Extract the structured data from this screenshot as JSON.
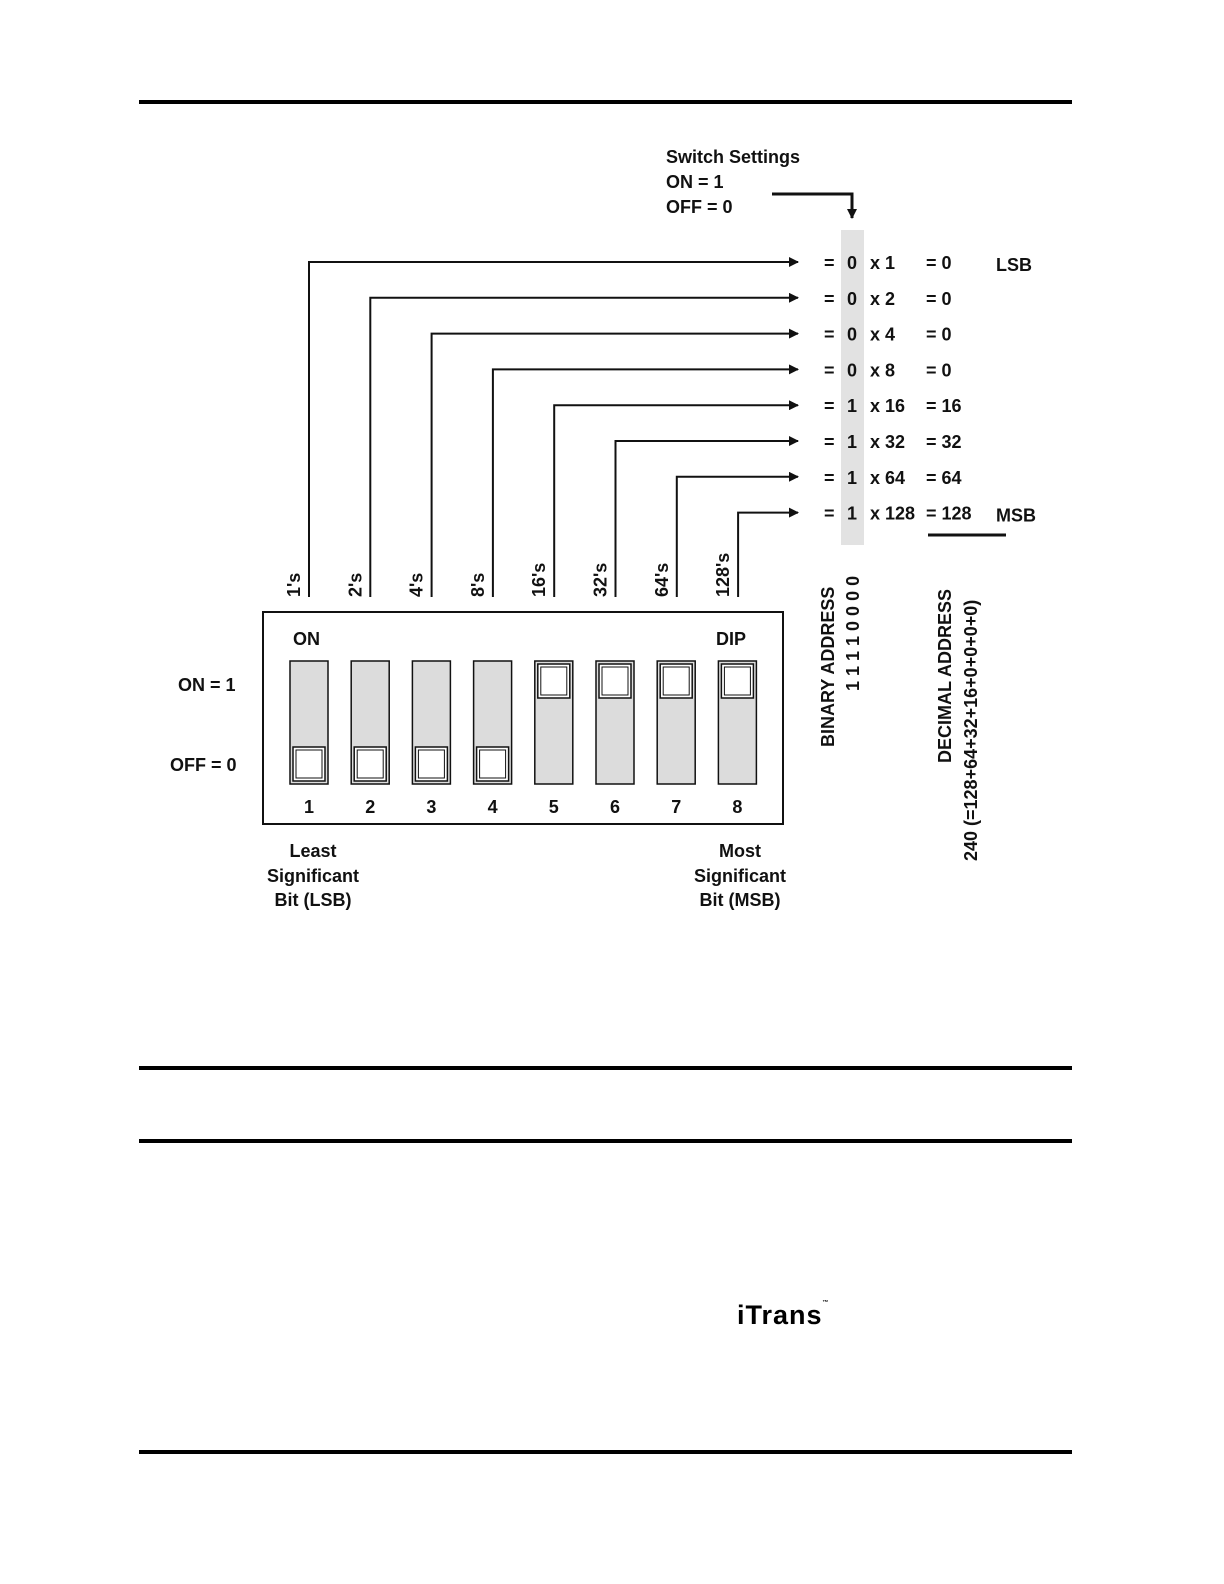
{
  "switch_settings": {
    "title": "Switch Settings",
    "on": "ON = 1",
    "off": "OFF = 0"
  },
  "bits": [
    {
      "column": "1's",
      "bit": "0",
      "multiplier": "x 1",
      "result": "= 0",
      "switch": "1",
      "state": "off",
      "tag": "LSB"
    },
    {
      "column": "2's",
      "bit": "0",
      "multiplier": "x 2",
      "result": "= 0",
      "switch": "2",
      "state": "off",
      "tag": ""
    },
    {
      "column": "4's",
      "bit": "0",
      "multiplier": "x 4",
      "result": "= 0",
      "switch": "3",
      "state": "off",
      "tag": ""
    },
    {
      "column": "8's",
      "bit": "0",
      "multiplier": "x 8",
      "result": "= 0",
      "switch": "4",
      "state": "off",
      "tag": ""
    },
    {
      "column": "16's",
      "bit": "1",
      "multiplier": "x 16",
      "result": "= 16",
      "switch": "5",
      "state": "on",
      "tag": ""
    },
    {
      "column": "32's",
      "bit": "1",
      "multiplier": "x 32",
      "result": "= 32",
      "switch": "6",
      "state": "on",
      "tag": ""
    },
    {
      "column": "64's",
      "bit": "1",
      "multiplier": "x 64",
      "result": "= 64",
      "switch": "7",
      "state": "on",
      "tag": ""
    },
    {
      "column": "128's",
      "bit": "1",
      "multiplier": "x 128",
      "result": "= 128",
      "switch": "8",
      "state": "on",
      "tag": "MSB"
    }
  ],
  "equals_sign": "=",
  "dip": {
    "on_label": "ON",
    "dip_label": "DIP"
  },
  "side_labels": {
    "on": "ON = 1",
    "off": "OFF = 0"
  },
  "lsb_caption": [
    "Least",
    "Significant",
    "Bit (LSB)"
  ],
  "msb_caption": [
    "Most",
    "Significant",
    "Bit (MSB)"
  ],
  "binary_address": {
    "label": "BINARY ADDRESS",
    "value": "1 1 1 1 0 0 0 0"
  },
  "decimal_address": {
    "label": "DECIMAL ADDRESS",
    "value": "240 (=128+64+32+16+0+0+0+0)"
  },
  "logo": {
    "text": "iTrans",
    "tm": "™"
  },
  "colors": {
    "switch_fill": "#dcdcdc",
    "highlight": "#e2e2e2",
    "ink": "#111111",
    "rule": "#000000"
  }
}
